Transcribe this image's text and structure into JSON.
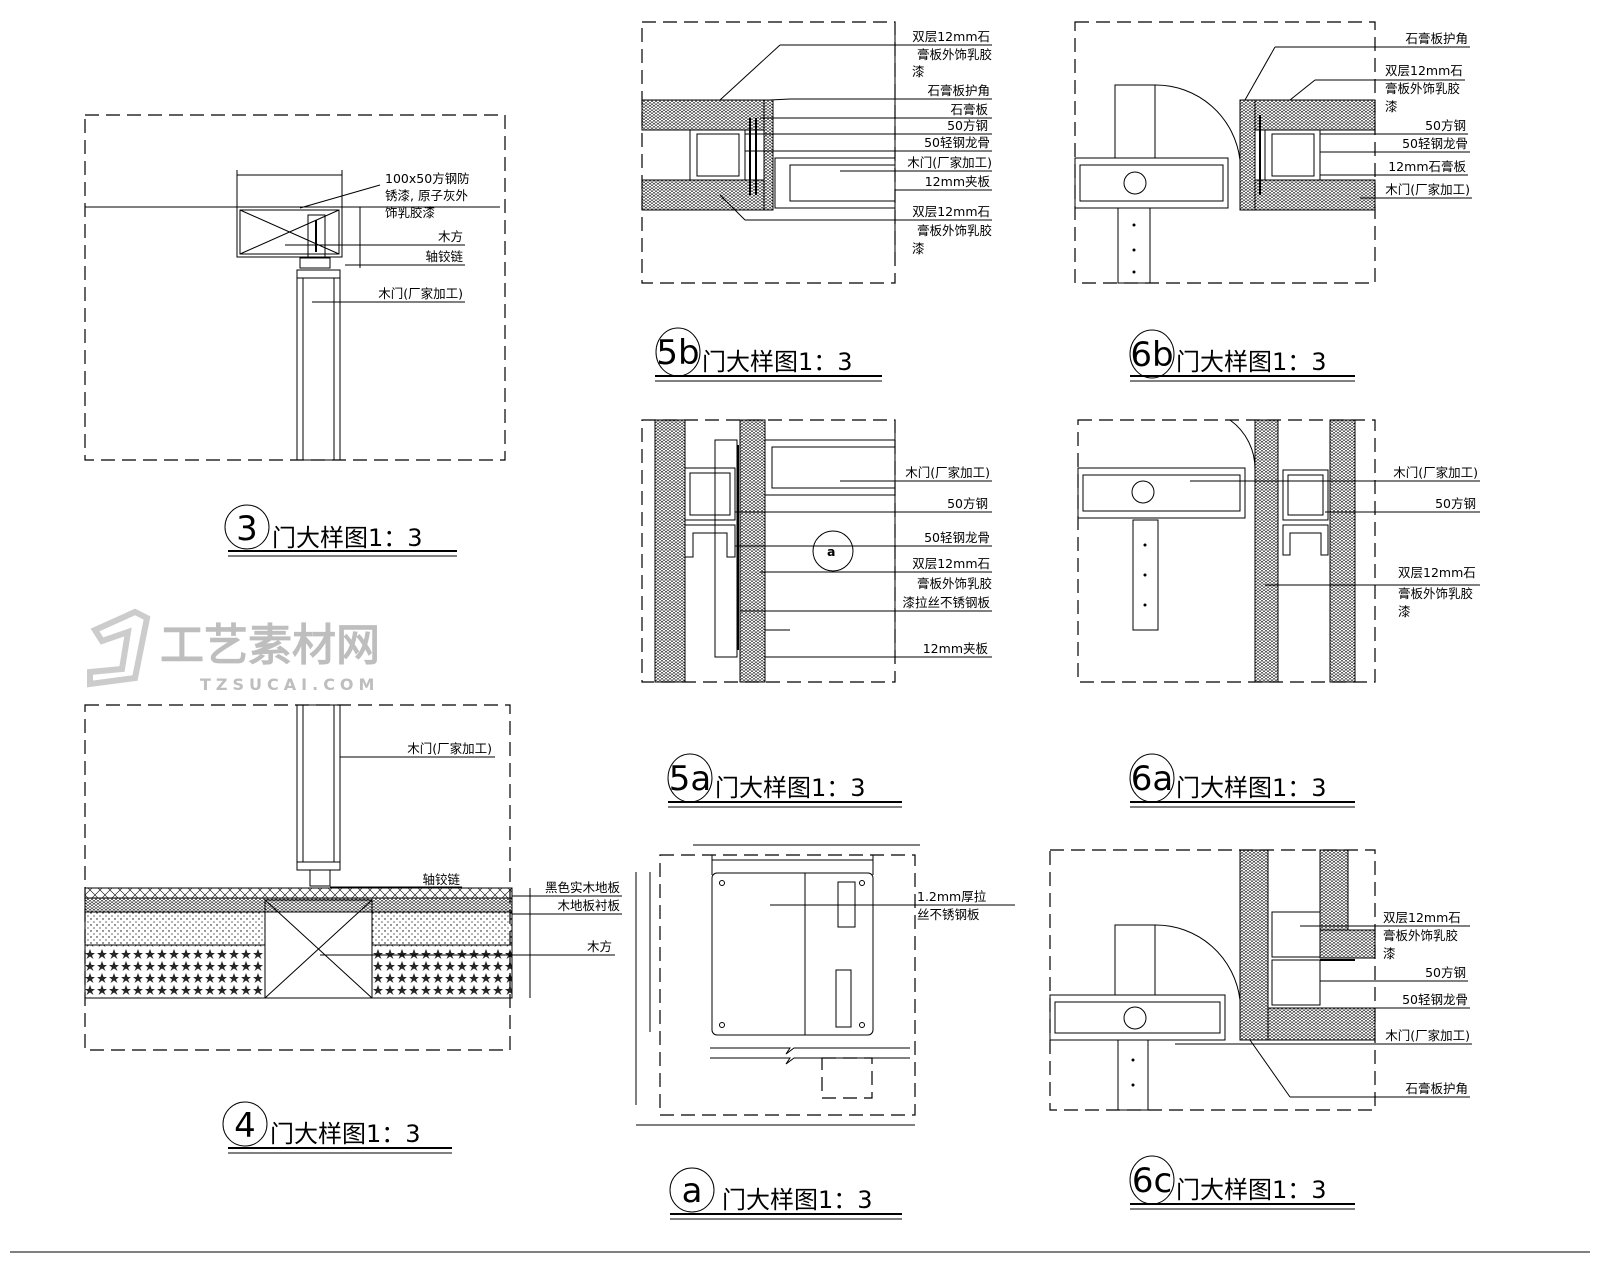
{
  "drawings": {
    "d3": {
      "number": "3",
      "title": "门大样图1：3",
      "labels": [
        "100x50方钢防",
        "锈漆, 原子灰外",
        "饰乳胶漆",
        "木方",
        "轴铰链",
        "木门(厂家加工)"
      ]
    },
    "d4": {
      "number": "4",
      "title": "门大样图1：3",
      "labels": [
        "木门(厂家加工)",
        "轴铰链",
        "黑色实木地板",
        "木地板衬板",
        "木方"
      ]
    },
    "d5b": {
      "number": "5b",
      "title": "门大样图1：3",
      "labels": [
        "双层12mm石",
        "膏板外饰乳胶",
        "漆",
        "石膏板护角",
        "石膏板",
        "50方钢",
        "50轻钢龙骨",
        "木门(厂家加工)",
        "12mm夹板",
        "双层12mm石",
        "膏板外饰乳胶",
        "漆"
      ]
    },
    "d6b": {
      "number": "6b",
      "title": "门大样图1：3",
      "labels": [
        "石膏板护角",
        "双层12mm石",
        "膏板外饰乳胶",
        "漆",
        "50方钢",
        "50轻钢龙骨",
        "12mm石膏板",
        "木门(厂家加工)"
      ]
    },
    "d5a": {
      "number": "5a",
      "title": "门大样图1：3",
      "callout": "a",
      "labels": [
        "木门(厂家加工)",
        "50方钢",
        "50轻钢龙骨",
        "双层12mm石",
        "膏板外饰乳胶",
        "漆拉丝不锈钢板",
        "12mm夹板"
      ]
    },
    "d6a": {
      "number": "6a",
      "title": "门大样图1：3",
      "labels": [
        "木门(厂家加工)",
        "50方钢",
        "双层12mm石",
        "膏板外饰乳胶",
        "漆"
      ]
    },
    "da": {
      "number": "a",
      "title": "门大样图1：3",
      "labels": [
        "1.2mm厚拉",
        "丝不锈钢板"
      ]
    },
    "d6c": {
      "number": "6c",
      "title": "门大样图1：3",
      "labels": [
        "双层12mm石",
        "膏板外饰乳胶",
        "漆",
        "50方钢",
        "50轻钢龙骨",
        "木门(厂家加工)",
        "石膏板护角"
      ]
    }
  },
  "watermark": {
    "name": "工艺素材网",
    "url": "TZSUCAI.COM"
  }
}
